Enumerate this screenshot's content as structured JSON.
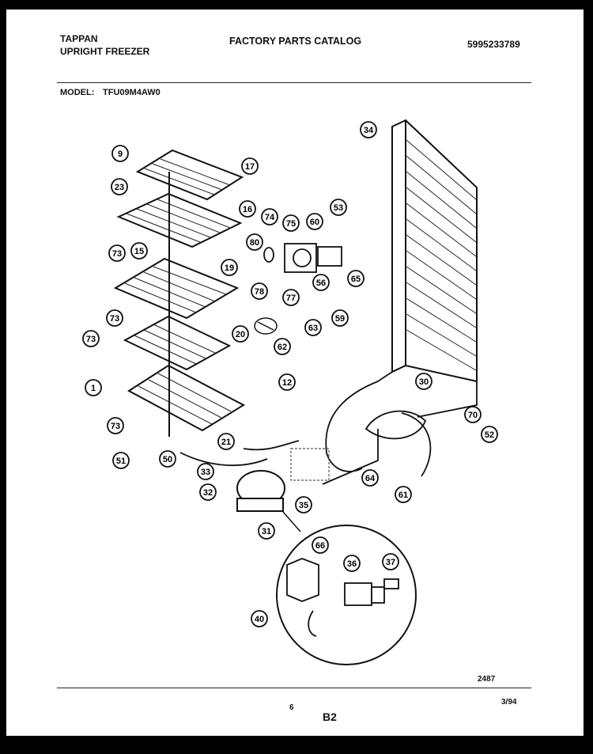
{
  "header": {
    "brand": "TAPPAN",
    "product": "UPRIGHT FREEZER",
    "catalog_title": "FACTORY PARTS CATALOG",
    "catalog_number": "5995233789",
    "model_label": "MODEL:",
    "model_number": "TFU09M4AW0"
  },
  "footer": {
    "drawing_number": "2487",
    "page_number": "6",
    "section": "B2",
    "date": "3/94"
  },
  "callouts": [
    "9",
    "17",
    "23",
    "16",
    "74",
    "75",
    "60",
    "53",
    "80",
    "73",
    "15",
    "19",
    "78",
    "77",
    "56",
    "65",
    "73",
    "59",
    "63",
    "73",
    "20",
    "62",
    "30",
    "1",
    "12",
    "73",
    "70",
    "21",
    "52",
    "51",
    "50",
    "64",
    "33",
    "61",
    "32",
    "35",
    "31",
    "66",
    "36",
    "37",
    "40",
    "34"
  ],
  "colors": {
    "ink": "#111111",
    "paper": "#ffffff",
    "border": "#000000"
  }
}
